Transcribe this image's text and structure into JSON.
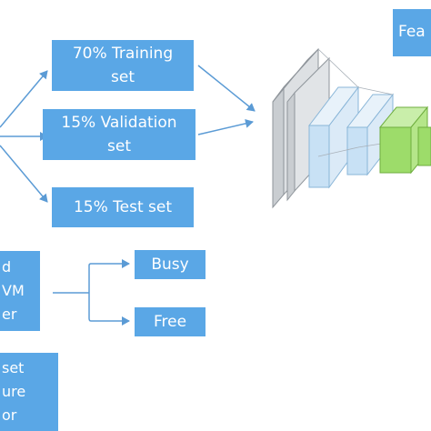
{
  "boxes": {
    "training": "70% Training\nset",
    "validation": "15% Validation\nset",
    "test": "15% Test set",
    "classifier": "d\nVM\ner",
    "busy": "Busy",
    "free": "Free",
    "feature_set": "set\nure\nor",
    "feature_label": "Fea"
  },
  "colors": {
    "box_fill": "#5aa7e6",
    "arrow": "#5b9bd5",
    "gray_layer": "#c9cdd1",
    "blue_layer": "#c8e1f5",
    "green_layer": "#9ddc6a"
  }
}
